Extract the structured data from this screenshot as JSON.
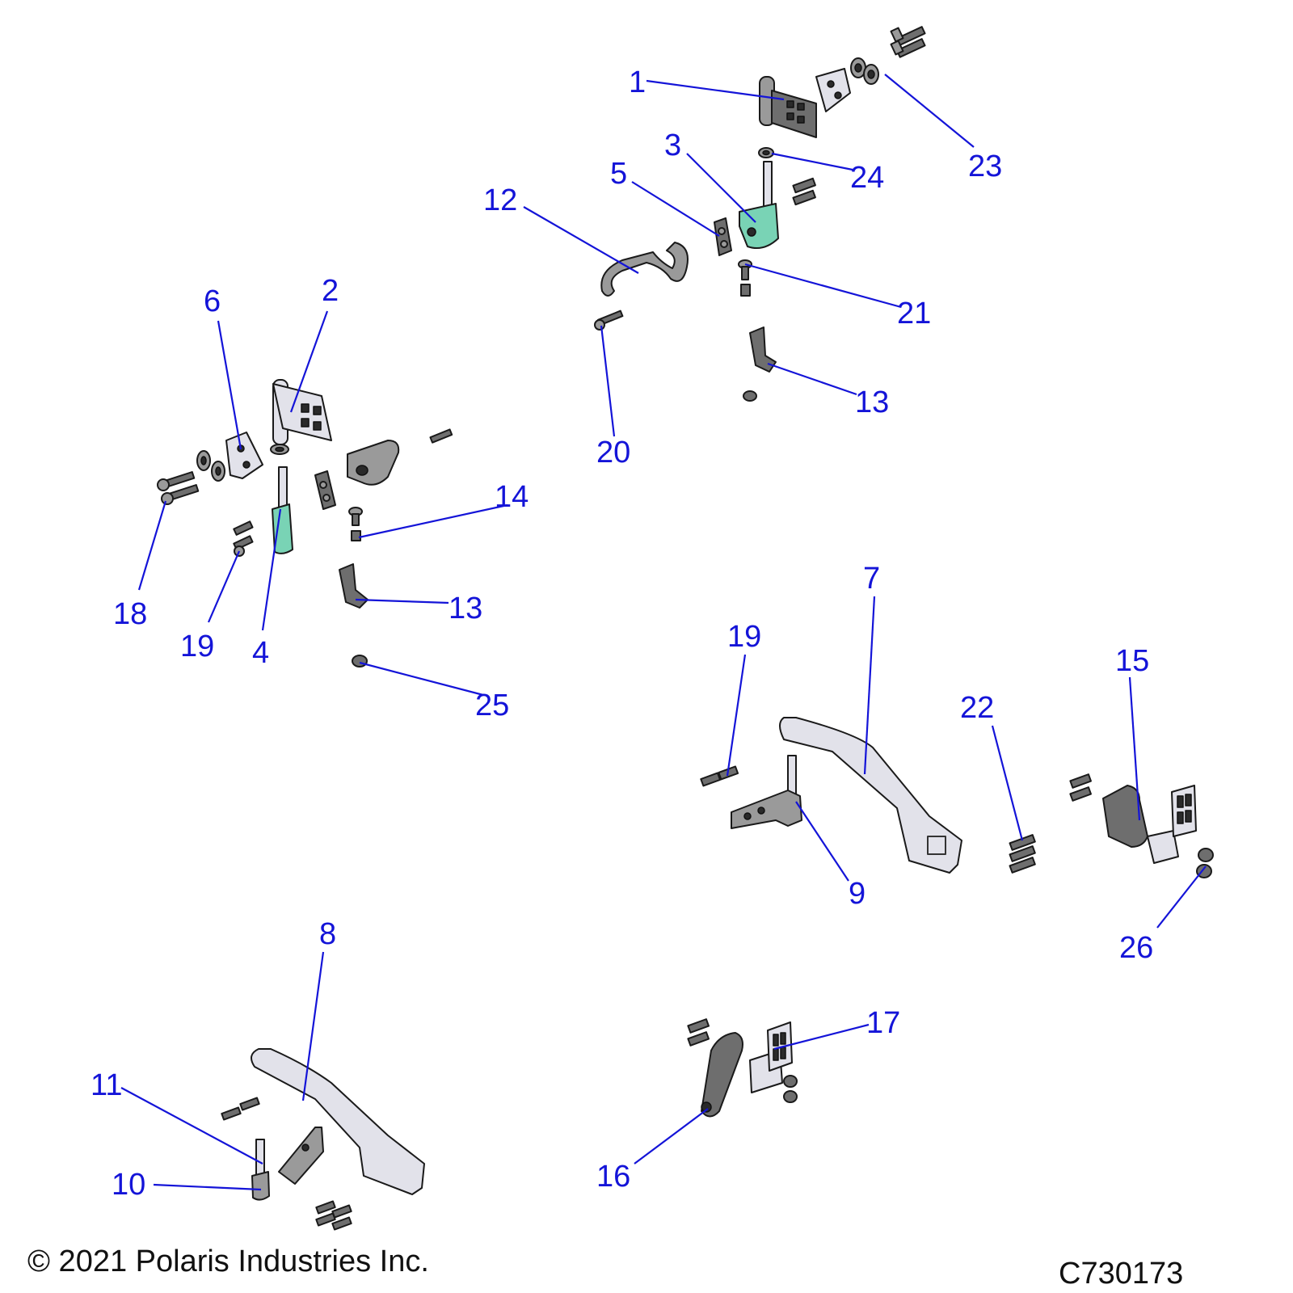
{
  "callouts": {
    "c1": "1",
    "c2": "2",
    "c3": "3",
    "c4": "4",
    "c5": "5",
    "c6": "6",
    "c7": "7",
    "c8": "8",
    "c9": "9",
    "c10": "10",
    "c11": "11",
    "c12": "12",
    "c13a": "13",
    "c13b": "13",
    "c14": "14",
    "c15": "15",
    "c16": "16",
    "c17": "17",
    "c18": "18",
    "c19a": "19",
    "c19b": "19",
    "c20": "20",
    "c21": "21",
    "c22": "22",
    "c23": "23",
    "c24": "24",
    "c25": "25",
    "c26": "26"
  },
  "footer": {
    "copyright": "© 2021 Polaris Industries Inc.",
    "drawing_number": "C730173"
  },
  "colors": {
    "callout": "#1414d8",
    "part_dark": "#6e6e6e",
    "part_light": "#e2e2ea",
    "part_teal": "#79d3b5"
  }
}
